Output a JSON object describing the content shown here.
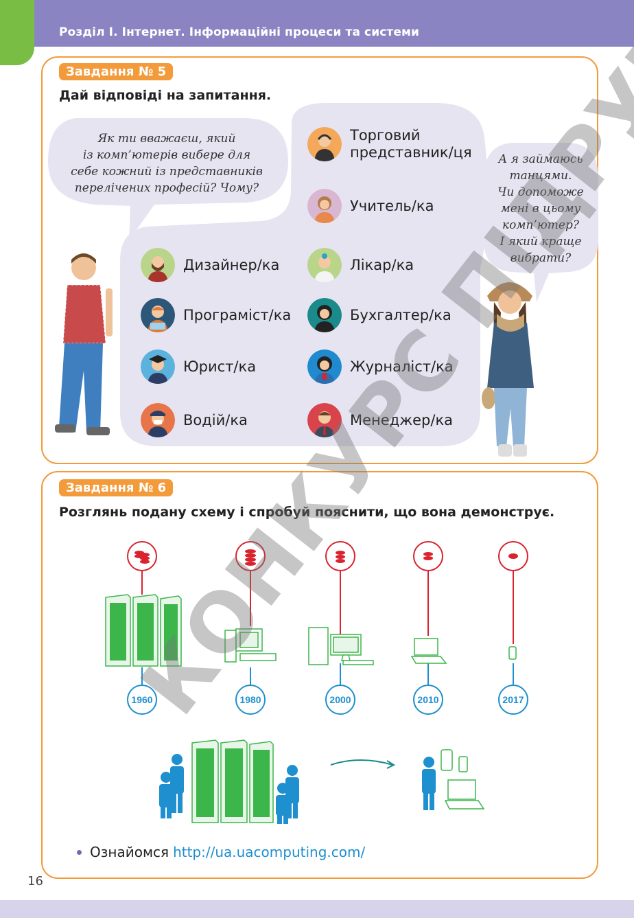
{
  "header": {
    "title": "Розділ І. Інтернет. Інформаційні процеси та системи"
  },
  "task5": {
    "label": "Завдання № 5",
    "text": "Дай відповіді на запитання.",
    "boy_bubble": [
      "Як ти вважаєш, який",
      "із комп’ютерів вибере для",
      "себе кожний із представників",
      "перелічених професій? Чому?"
    ],
    "girl_bubble": [
      "А я займаюсь",
      "танцями.",
      "Чи допоможе",
      "мені в цьому",
      "комп’ютер?",
      "І який краще",
      "вибрати?"
    ],
    "professions": {
      "trade1": "Торговий",
      "trade2": "представник/ця",
      "teacher": "Учитель/ка",
      "designer": "Дизайнер/ка",
      "doctor": "Лікар/ка",
      "programmer": "Програміст/ка",
      "accountant": "Бухгалтер/ка",
      "lawyer": "Юрист/ка",
      "journalist": "Журналіст/ка",
      "driver": "Водій/ка",
      "manager": "Менеджер/ка"
    }
  },
  "task6": {
    "label": "Завдання № 6",
    "text": "Розглянь подану схему і спробуй пояснити, що вона демонструє.",
    "years": [
      "1960",
      "1980",
      "2000",
      "2010",
      "2017"
    ],
    "read_prefix": "Ознайомся",
    "link": "http://ua.uacomputing.com/"
  },
  "watermark": "КОНКУРС ПІДРУЧНИКІВ",
  "page_number": "16",
  "colors": {
    "header": "#8a84c2",
    "tab": "#79bd45",
    "accent": "#f39a3a",
    "blue": "#1e8fcf",
    "red": "#d9232e",
    "green": "#3cb54a",
    "bubble": "#e6e4f1"
  }
}
